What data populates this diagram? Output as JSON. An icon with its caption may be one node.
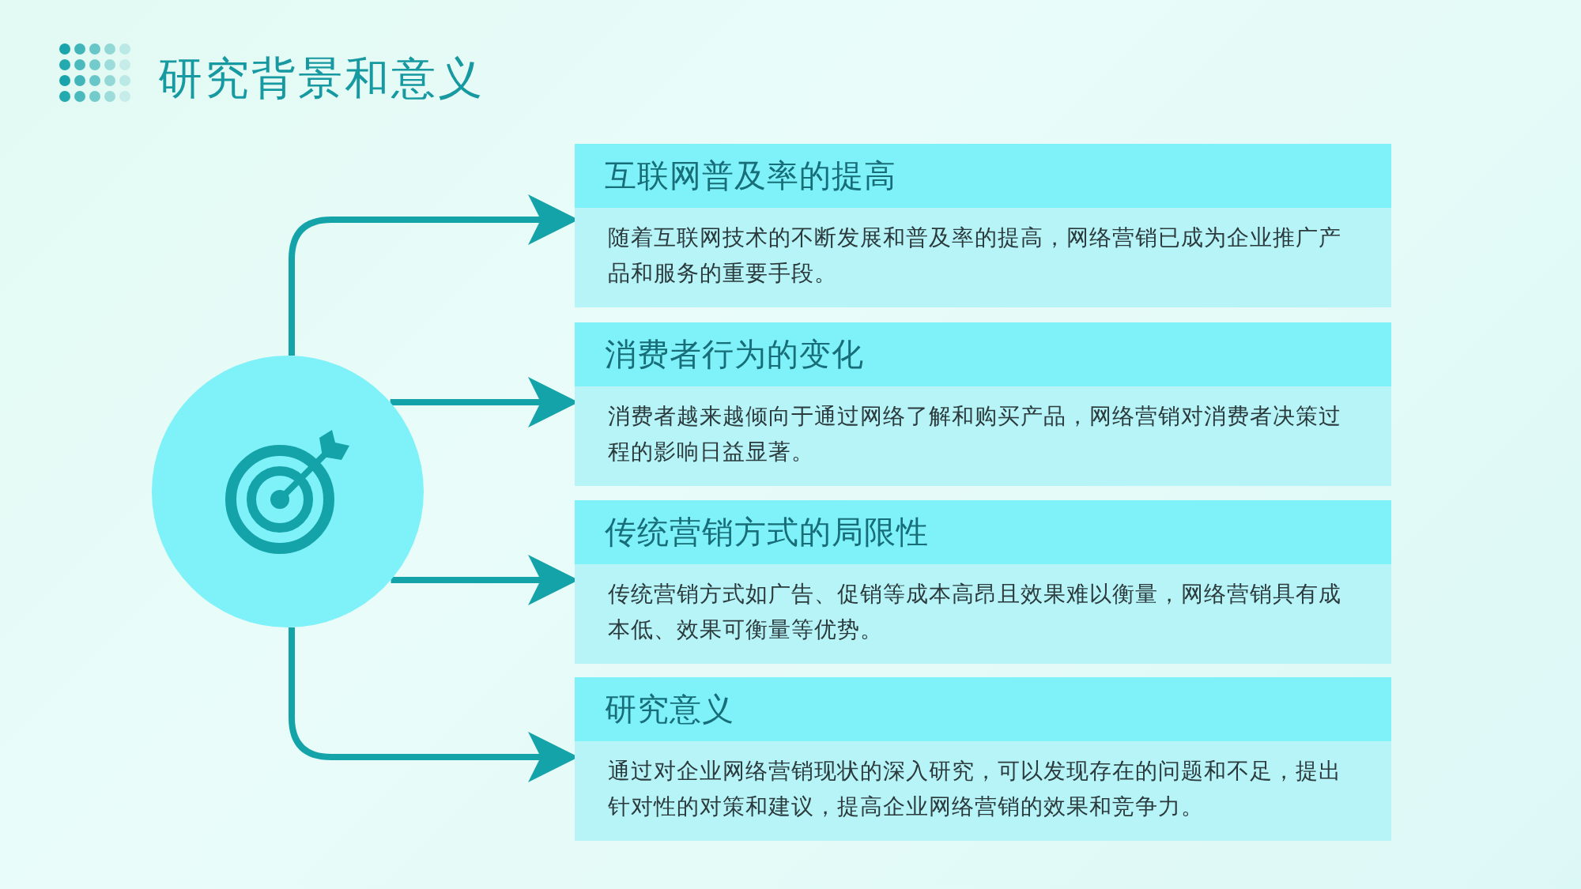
{
  "diagram": {
    "title": "研究背景和意义",
    "nodes": [
      {
        "text": [],
        "shape": "circle"
      },
      {
        "text": [
          "互联网普及率的提高",
          "随着互联网技术的不断发展和普及率的提高，网络营销已成为企业推广产品和服务的重要手段。"
        ]
      },
      {
        "text": [
          "消费者行为的变化",
          "消费者越来越倾向于通过网络了解和购买产品，网络营销对消费者决策过程的影响日益显著。"
        ]
      },
      {
        "text": [
          "传统营销方式的局限性",
          "传统营销方式如广告、促销等成本高昂且效果难以衡量，网络营销具有成本低、效果可衡量等优势。"
        ]
      },
      {
        "text": [
          "研究意义",
          "通过对企业网络营销现状的深入研究，可以发现存在的问题和不足，提出针对性的对策和建议，提高企业网络营销的效果和竞争力。"
        ]
      }
    ],
    "edges": [
      {
        "from": 0,
        "to": 1,
        "arrow": "to"
      },
      {
        "from": 0,
        "to": 2,
        "arrow": "to"
      },
      {
        "from": 0,
        "to": 3,
        "arrow": "to"
      },
      {
        "from": 0,
        "to": 4,
        "arrow": "to"
      }
    ]
  }
}
